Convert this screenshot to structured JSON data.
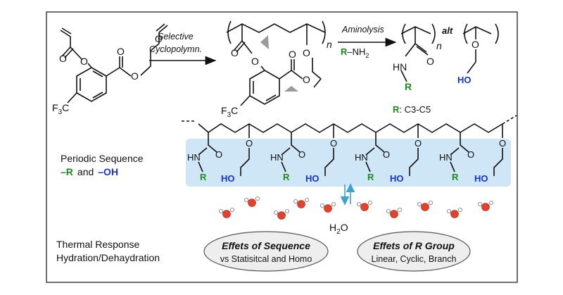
{
  "scheme": {
    "step1": {
      "line1": "Selective",
      "line2": "Cyclopolymn."
    },
    "step2": {
      "line1": "Aminolysis",
      "reagent_r": "R",
      "reagent_rest": "–NH",
      "reagent_sub": "2"
    },
    "monomer": {
      "f3": "F",
      "f3_sub": "3",
      "f3_c": "C"
    },
    "polymer": {
      "f3": "F",
      "f3_sub": "3",
      "f3_c": "C",
      "n": "n"
    },
    "product": {
      "n1": "n",
      "alt": "alt",
      "hn": "HN",
      "o": "O",
      "r": "R",
      "ho": "HO",
      "r_range_r": "R",
      "r_range_rest": ": C3-C5"
    }
  },
  "chain": {
    "hn": "HN",
    "o": "O",
    "r": "R",
    "ho": "HO"
  },
  "left_labels": {
    "periodic_sequence": "Periodic Sequence",
    "r_dash": "–R",
    "and": "and",
    "oh": "–OH",
    "thermal_response": "Thermal Response",
    "hydration": "Hydration/Dehaydration"
  },
  "water": {
    "label": "H",
    "label_sub": "2",
    "label_o": "O"
  },
  "ellipse_left": {
    "title": "Effets of Sequence",
    "subtitle": "vs Statisitcal and Homo"
  },
  "ellipse_right": {
    "title": "Effets of R Group",
    "subtitle": "Linear, Cyclic, Branch"
  },
  "colors": {
    "green": "#1e8a1e",
    "blue": "#1530d6",
    "band": "#cfe6f6",
    "water_o": "#e2412a",
    "arrow": "#3aa0d8"
  }
}
